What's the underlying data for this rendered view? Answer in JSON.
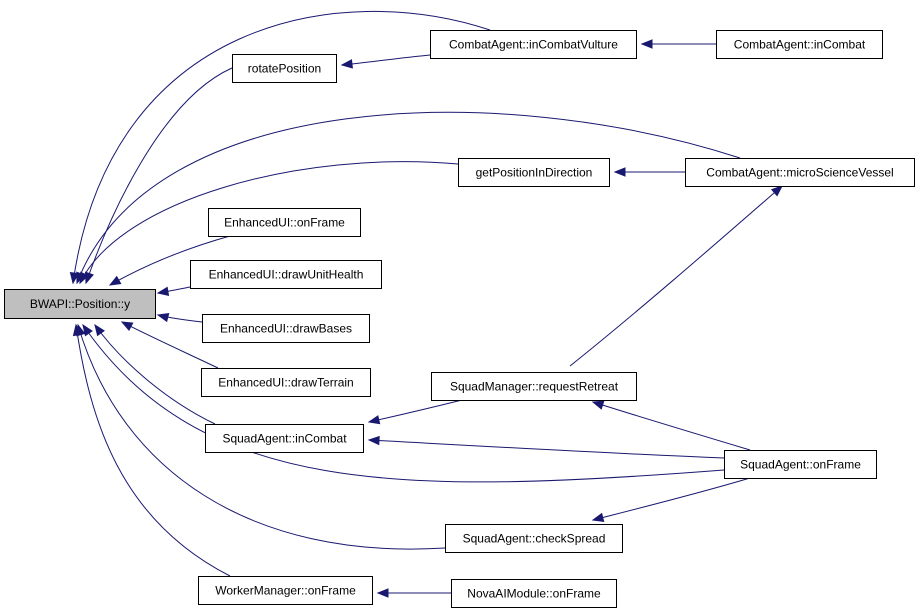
{
  "graph": {
    "colors": {
      "edge": "#191970",
      "root_fill": "#bfbfbf",
      "node_fill": "#ffffff",
      "border": "#000000"
    },
    "nodes": [
      {
        "id": "position_y",
        "label": "BWAPI::Position::y",
        "root": true
      },
      {
        "id": "rotate_position",
        "label": "rotatePosition"
      },
      {
        "id": "in_combat_vulture",
        "label": "CombatAgent::inCombatVulture"
      },
      {
        "id": "combat_agent_in_combat",
        "label": "CombatAgent::inCombat"
      },
      {
        "id": "get_position_in_direction",
        "label": "getPositionInDirection"
      },
      {
        "id": "micro_science_vessel",
        "label": "CombatAgent::microScienceVessel"
      },
      {
        "id": "enhanced_ui_on_frame",
        "label": "EnhancedUI::onFrame"
      },
      {
        "id": "draw_unit_health",
        "label": "EnhancedUI::drawUnitHealth"
      },
      {
        "id": "draw_bases",
        "label": "EnhancedUI::drawBases"
      },
      {
        "id": "draw_terrain",
        "label": "EnhancedUI::drawTerrain"
      },
      {
        "id": "request_retreat",
        "label": "SquadManager::requestRetreat"
      },
      {
        "id": "squad_agent_in_combat",
        "label": "SquadAgent::inCombat"
      },
      {
        "id": "squad_agent_on_frame",
        "label": "SquadAgent::onFrame"
      },
      {
        "id": "check_spread",
        "label": "SquadAgent::checkSpread"
      },
      {
        "id": "worker_manager_on_frame",
        "label": "WorkerManager::onFrame"
      },
      {
        "id": "nova_ai_on_frame",
        "label": "NovaAIModule::onFrame"
      }
    ],
    "edges": [
      {
        "from": "rotate_position",
        "to": "position_y"
      },
      {
        "from": "in_combat_vulture",
        "to": "position_y"
      },
      {
        "from": "in_combat_vulture",
        "to": "rotate_position"
      },
      {
        "from": "combat_agent_in_combat",
        "to": "in_combat_vulture"
      },
      {
        "from": "get_position_in_direction",
        "to": "position_y"
      },
      {
        "from": "micro_science_vessel",
        "to": "position_y"
      },
      {
        "from": "micro_science_vessel",
        "to": "get_position_in_direction"
      },
      {
        "from": "enhanced_ui_on_frame",
        "to": "position_y"
      },
      {
        "from": "draw_unit_health",
        "to": "position_y"
      },
      {
        "from": "draw_bases",
        "to": "position_y"
      },
      {
        "from": "draw_terrain",
        "to": "position_y"
      },
      {
        "from": "squad_agent_in_combat",
        "to": "position_y"
      },
      {
        "from": "request_retreat",
        "to": "squad_agent_in_combat"
      },
      {
        "from": "request_retreat",
        "to": "micro_science_vessel"
      },
      {
        "from": "squad_agent_on_frame",
        "to": "request_retreat"
      },
      {
        "from": "squad_agent_on_frame",
        "to": "squad_agent_in_combat"
      },
      {
        "from": "squad_agent_on_frame",
        "to": "position_y"
      },
      {
        "from": "squad_agent_on_frame",
        "to": "check_spread"
      },
      {
        "from": "check_spread",
        "to": "position_y"
      },
      {
        "from": "worker_manager_on_frame",
        "to": "position_y"
      },
      {
        "from": "nova_ai_on_frame",
        "to": "worker_manager_on_frame"
      }
    ]
  }
}
